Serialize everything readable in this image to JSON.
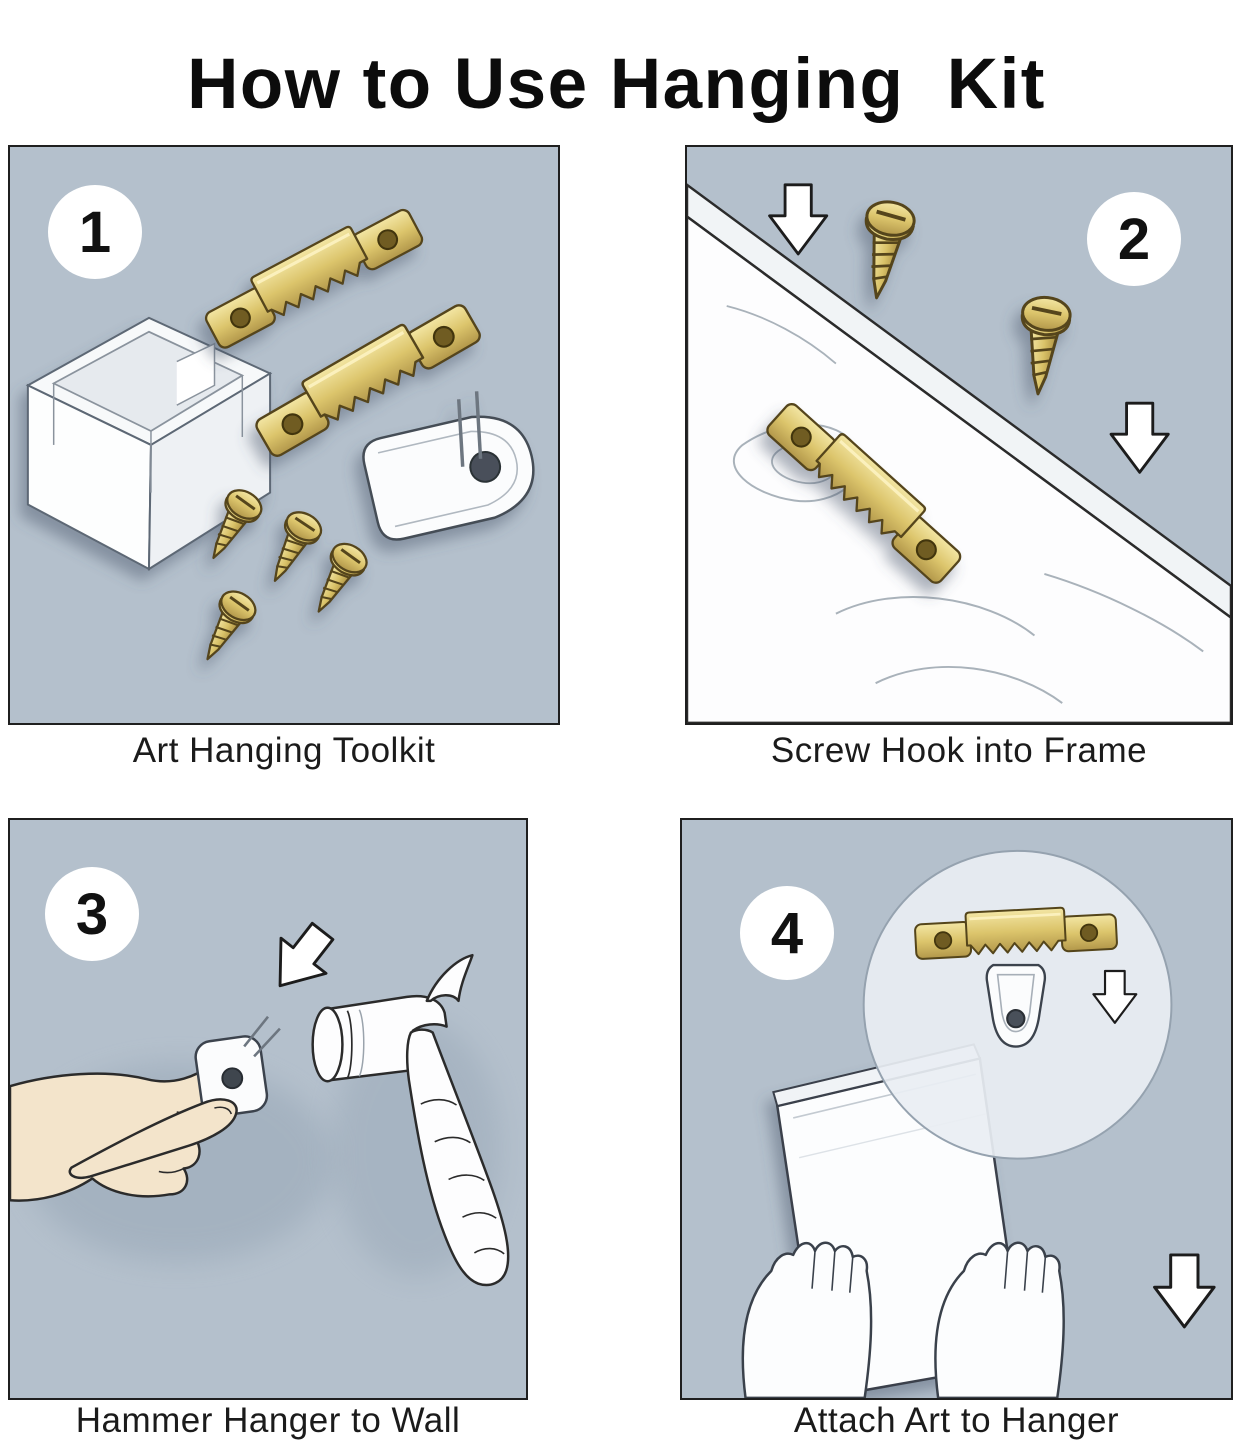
{
  "title": "How to Use Hanging  Kit",
  "steps": [
    {
      "number": "1",
      "caption": "Art Hanging Toolkit",
      "icons": [
        "storage-case",
        "sawtooth-hanger",
        "screw",
        "plastic-hook"
      ]
    },
    {
      "number": "2",
      "caption": "Screw Hook into Frame",
      "icons": [
        "wood-board",
        "sawtooth-hanger",
        "screw",
        "down-arrow"
      ]
    },
    {
      "number": "3",
      "caption": "Hammer Hanger to Wall",
      "icons": [
        "hand",
        "wall-hook",
        "hammer",
        "down-arrow"
      ]
    },
    {
      "number": "4",
      "caption": "Attach Art to Hanger",
      "icons": [
        "magnifier-circle",
        "sawtooth-hanger",
        "wall-hook",
        "picture-frame",
        "hand",
        "down-arrow"
      ]
    }
  ],
  "colors": {
    "panel_background": "#b4c0cc",
    "panel_border": "#1f1f1f",
    "brass": "#d9c268",
    "brass_dark": "#54451a",
    "outline": "#2b2b2b",
    "skin": "#f3e4cb",
    "white": "#ffffff",
    "shadow": "#49596b"
  }
}
